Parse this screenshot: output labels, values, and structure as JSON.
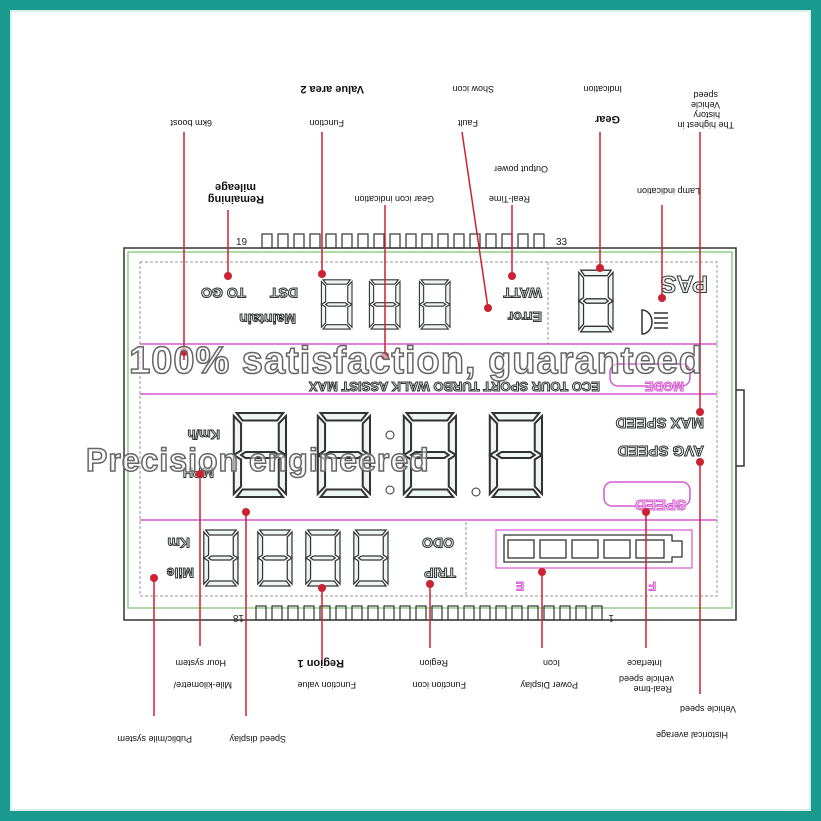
{
  "frame": {
    "border_color": "#1a9a8f"
  },
  "pins": {
    "top_left": "19",
    "top_right": "33",
    "bottom_left": "18",
    "bottom_right": "1"
  },
  "callouts_top": {
    "boost": "6km boost",
    "function": "Function",
    "value_area": "Value area 2",
    "fault": "Fault",
    "show_icon": "Show icon",
    "gear": "Gear",
    "indication": "Indication",
    "highest_l1": "The highest in",
    "highest_l2": "history",
    "highest_l3": "Vehicle",
    "highest_l4": "speed",
    "remaining_l1": "Remaining",
    "remaining_l2": "mileage",
    "gear_icon": "Gear icon indication",
    "realtime": "Real-Time",
    "output_power": "Output power",
    "lamp": "Lamp indication"
  },
  "callouts_bottom": {
    "hour_system": "Hour system",
    "mile_km": "Mile-kilometre/",
    "region1": "Region 1",
    "function_value": "Function value",
    "region": "Region",
    "function_icon": "Function icon",
    "icon": "Icon",
    "power_display": "Power Display",
    "interface": "Interface",
    "rt_speed_l1": "Real-time",
    "rt_speed_l2": "vehicle speed",
    "vehicle_speed": "Vehicle speed",
    "public_mile": "Public/mile system",
    "speed_display": "Speed display",
    "hist_avg": "Historical average"
  },
  "lcd": {
    "dst": "DST",
    "to_go": "TO GO",
    "maintain": "Maintain",
    "watt": "WATT",
    "error": "Error",
    "pas": "PAS",
    "mode": "MODE",
    "assist_row": "ECO TOUR SPORT TURBO WALK ASSIST MAX",
    "kmh": "Km/h",
    "mph": "MPH",
    "max_speed": "MAX SPEED",
    "avg_speed": "AVG SPEED",
    "speed_badge": "SPEED",
    "odo": "ODO",
    "trip": "TRIP",
    "km": "Km",
    "mile": "Mile",
    "e": "E",
    "f": "F"
  },
  "watermark": {
    "line1": "100% satisfaction, guaranteed",
    "line2": "Precision engineered"
  },
  "colors": {
    "callout": "#cc2233",
    "lcd_border": "#8fd08a",
    "band": "#d45ad0",
    "ink": "#222222"
  }
}
